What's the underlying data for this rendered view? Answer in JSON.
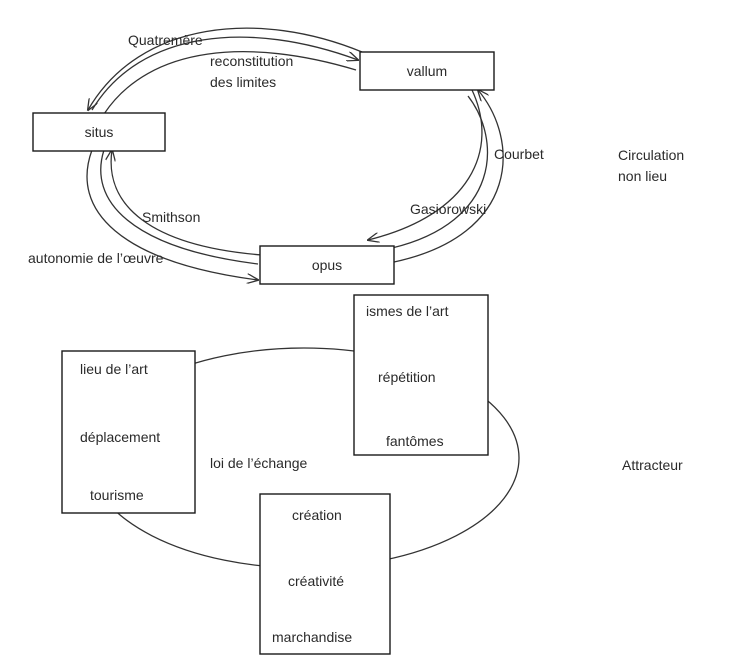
{
  "top_cycle": {
    "nodes": {
      "situs": "situs",
      "vallum": "vallum",
      "opus": "opus"
    },
    "edge_labels": {
      "quatremere": "Quatremère",
      "reconstitution_1": "reconstitution",
      "reconstitution_2": "des limites",
      "courbet": "Courbet",
      "gasiorowski": "Gasiorowski",
      "smithson": "Smithson",
      "autonomie": "autonomie de l’œuvre"
    },
    "side_label_1": "Circulation",
    "side_label_2": "non lieu"
  },
  "bottom_cycle": {
    "left_box": [
      "lieu de l’art",
      "déplacement",
      "tourisme"
    ],
    "top_right_box": [
      "ismes de l’art",
      "répétition",
      "fantômes"
    ],
    "bottom_box": [
      "création",
      "créativité",
      "marchandise"
    ],
    "center_label": "loi de l’échange",
    "side_label": "Attracteur"
  }
}
